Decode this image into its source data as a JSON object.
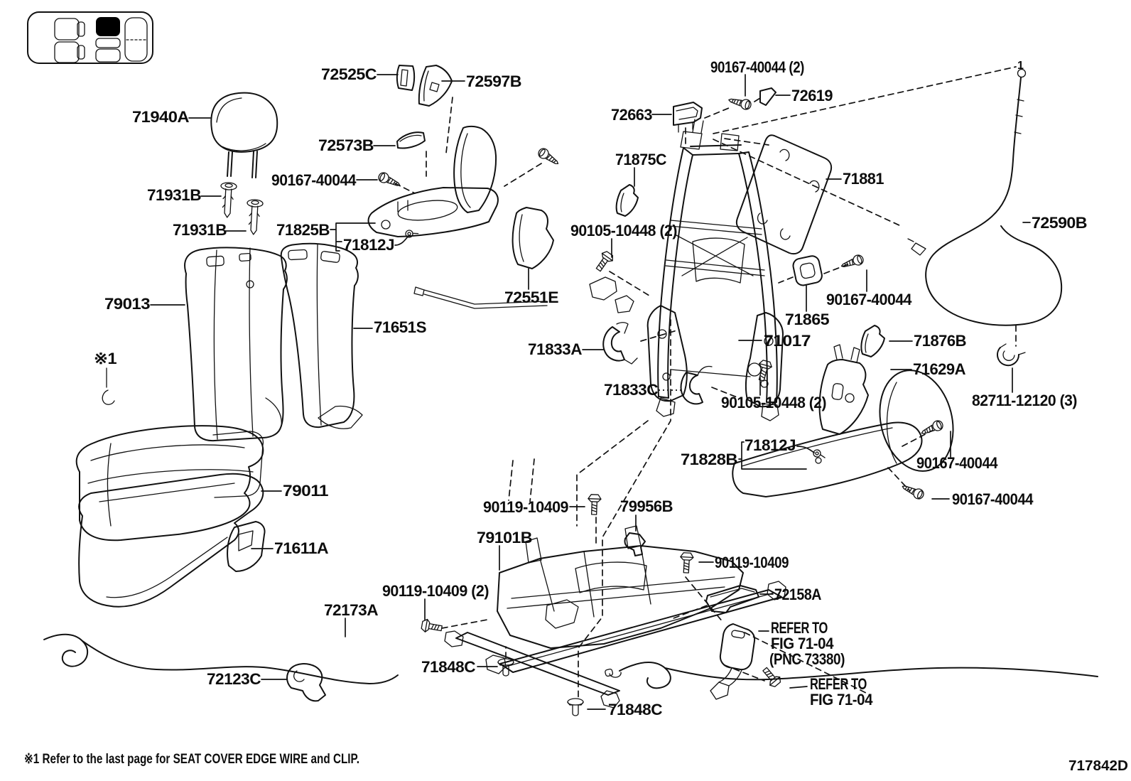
{
  "parts": {
    "p71940A": "71940A",
    "p71931B": "71931B",
    "p72525C": "72525C",
    "p72597B": "72597B",
    "p72573B": "72573B",
    "p71825B": "71825B",
    "p71812J": "71812J",
    "p79013": "79013",
    "p71651S": "71651S",
    "p79011": "79011",
    "p71611A": "71611A",
    "p72173A": "72173A",
    "p72123C": "72123C",
    "p72663": "72663",
    "p72619": "72619",
    "p71875C": "71875C",
    "p71881": "71881",
    "p72590B": "72590B",
    "p72551E": "72551E",
    "p71833A": "71833A",
    "p71833C": "71833C",
    "p71865": "71865",
    "p71017": "71017",
    "p71876B": "71876B",
    "p71629A": "71629A",
    "p71828B": "71828B",
    "p79101B": "79101B",
    "p79956B": "79956B",
    "p72158A": "72158A",
    "p71848C": "71848C",
    "p90167_40044": "90167-40044",
    "p90167_40044_x2": "90167-40044 (2)",
    "p90105_10448_x2": "90105-10448 (2)",
    "p90119_10409": "90119-10409",
    "p90119_10409_x2": "90119-10409 (2)",
    "p82711_12120_x3": "82711-12120 (3)"
  },
  "references": {
    "refer_to": "REFER TO",
    "fig": "FIG 71-04",
    "pnc": "(PNC 73380)"
  },
  "annotations": {
    "asterisk1": "※1",
    "cable_end": "1",
    "footnote": "※1  Refer to the last page for SEAT COVER EDGE WIRE and CLIP.",
    "diagram_code": "717842D"
  },
  "legend": {
    "icon": "vehicle-seat-position-indicator",
    "highlight_color": "#000000"
  }
}
